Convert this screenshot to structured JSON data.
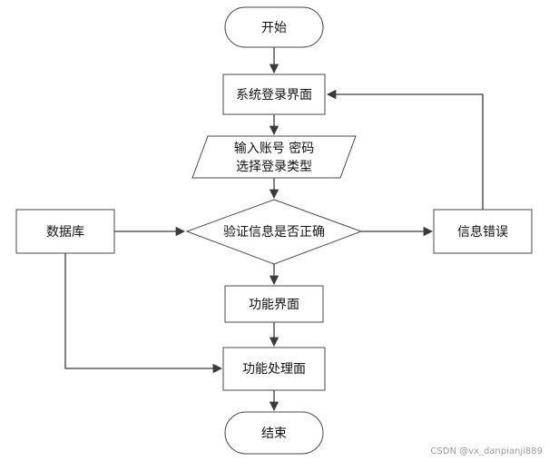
{
  "diagram": {
    "nodes": {
      "start": {
        "label": "开始"
      },
      "login": {
        "label": "系统登录界面"
      },
      "input": {
        "line1": "输入账号 密码",
        "line2": "选择登录类型"
      },
      "verify": {
        "label": "验证信息是否正确"
      },
      "func": {
        "label": "功能界面"
      },
      "process": {
        "label": "功能处理面"
      },
      "end": {
        "label": "结束"
      },
      "database": {
        "label": "数据库"
      },
      "error": {
        "label": "信息错误"
      }
    },
    "edges": [
      {
        "from": "start",
        "to": "login"
      },
      {
        "from": "login",
        "to": "input"
      },
      {
        "from": "input",
        "to": "verify"
      },
      {
        "from": "database",
        "to": "verify"
      },
      {
        "from": "verify",
        "to": "error"
      },
      {
        "from": "error",
        "to": "login"
      },
      {
        "from": "verify",
        "to": "func"
      },
      {
        "from": "func",
        "to": "process"
      },
      {
        "from": "database",
        "to": "process"
      },
      {
        "from": "process",
        "to": "end"
      }
    ]
  },
  "watermark": "CSDN @vx_danpianji889"
}
